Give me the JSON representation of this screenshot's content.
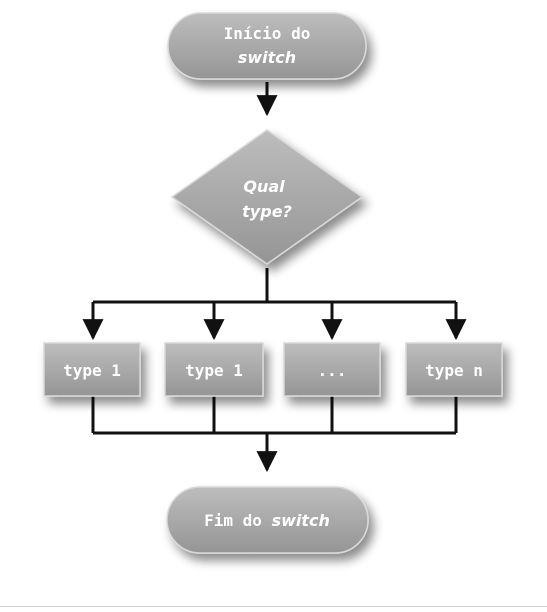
{
  "colors": {
    "node_fill": "#a9a9a9",
    "node_fill_light": "#bdbdbd",
    "node_fill_dark": "#959595",
    "connector": "#111111",
    "text": "#ffffff"
  },
  "start": {
    "line1": "Início do",
    "line2": "switch"
  },
  "decision": {
    "line1": "Qual",
    "line2": "type?"
  },
  "cases": [
    {
      "label": "type 1"
    },
    {
      "label": "type 1"
    },
    {
      "label": "..."
    },
    {
      "label": "type n"
    }
  ],
  "end": {
    "prefix": "Fim do ",
    "emphasis": "switch"
  }
}
